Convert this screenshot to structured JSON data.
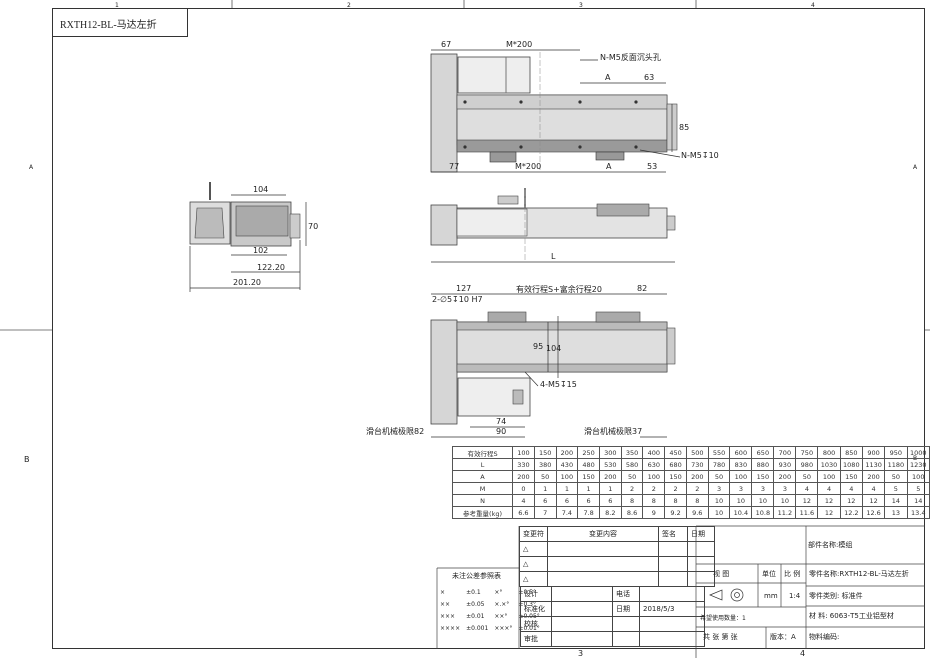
{
  "title_box": "RXTH12-BL-马达左折",
  "ruler": {
    "top": [
      "1",
      "2",
      "3",
      "4"
    ],
    "bottom": [
      "3",
      "4"
    ],
    "left": [
      "A",
      "B"
    ],
    "right": [
      "A",
      "B"
    ]
  },
  "dims": {
    "d67": "67",
    "m200_top": "M*200",
    "n_m5": "N-M5反面沉头孔",
    "a_top": "A",
    "d63": "63",
    "d85": "85",
    "n_m5_depth": "N-M5",
    "n_m5_depth_val": "10",
    "d77": "77",
    "m200_bottom": "M*200",
    "a_bottom": "A",
    "d53": "53",
    "d104": "104",
    "d70": "70",
    "d102": "102",
    "d122": "122.20",
    "d201": "201.20",
    "l_label": "L",
    "d127": "127",
    "stroke_label": "有效行程S+富余行程20",
    "d82": "82",
    "pin_hole": "2-∅5",
    "pin_hole_depth": "10 H7",
    "d95": "95",
    "d104b": "104",
    "m5_15": "4-M5",
    "m5_15_depth": "15",
    "d74": "74",
    "d90": "90",
    "limit82": "滑台机械极限82",
    "limit37": "滑台机械极限37"
  },
  "spec_table": {
    "rows": [
      {
        "label": "有效行程S",
        "values": [
          "100",
          "150",
          "200",
          "250",
          "300",
          "350",
          "400",
          "450",
          "500",
          "550",
          "600",
          "650",
          "700",
          "750",
          "800",
          "850",
          "900",
          "950",
          "1000"
        ]
      },
      {
        "label": "L",
        "values": [
          "330",
          "380",
          "430",
          "480",
          "530",
          "580",
          "630",
          "680",
          "730",
          "780",
          "830",
          "880",
          "930",
          "980",
          "1030",
          "1080",
          "1130",
          "1180",
          "1230"
        ]
      },
      {
        "label": "A",
        "values": [
          "200",
          "50",
          "100",
          "150",
          "200",
          "50",
          "100",
          "150",
          "200",
          "50",
          "100",
          "150",
          "200",
          "50",
          "100",
          "150",
          "200",
          "50",
          "100"
        ]
      },
      {
        "label": "M",
        "values": [
          "0",
          "1",
          "1",
          "1",
          "1",
          "2",
          "2",
          "2",
          "2",
          "3",
          "3",
          "3",
          "3",
          "4",
          "4",
          "4",
          "4",
          "5",
          "5"
        ]
      },
      {
        "label": "N",
        "values": [
          "4",
          "6",
          "6",
          "6",
          "6",
          "8",
          "8",
          "8",
          "8",
          "10",
          "10",
          "10",
          "10",
          "12",
          "12",
          "12",
          "12",
          "14",
          "14"
        ]
      },
      {
        "label": "参考重量(kg)",
        "values": [
          "6.6",
          "7",
          "7.4",
          "7.8",
          "8.2",
          "8.6",
          "9",
          "9.2",
          "9.6",
          "10",
          "10.4",
          "10.8",
          "11.2",
          "11.6",
          "12",
          "12.2",
          "12.6",
          "13",
          "13.4"
        ]
      }
    ]
  },
  "revision": {
    "col1": "变更符",
    "col2": "变更内容",
    "col3": "签名",
    "col4": "日期",
    "marks": [
      "△",
      "△",
      "△"
    ]
  },
  "tolerance": {
    "title": "未注公差参照表",
    "rows": [
      [
        "×",
        "±0.1",
        "×°",
        "±0.5°"
      ],
      [
        "××",
        "±0.05",
        "×.×°",
        "±0.3°"
      ],
      [
        "×××",
        "±0.01",
        "××°",
        "±0.05°"
      ],
      [
        "××××",
        "±0.001",
        "×××°",
        "±0.01°"
      ]
    ]
  },
  "approval": {
    "design": "设计",
    "std": "标准化",
    "check": "校核",
    "audit": "审批",
    "tel": "电话",
    "date": "日期",
    "date_value": "2018/5/3",
    "mark": "希望使用数量：1",
    "sheets": "共  张  第  张",
    "version": "版本：A"
  },
  "info": {
    "part_group": "部件名称:模组",
    "view": "视  图",
    "unit": "单位",
    "scale_label": "比  例",
    "unit_value": "mm",
    "scale_value": "1:4",
    "part_name": "零件名称:RXTH12-BL-马达左折",
    "part_type": "零件类别:  标准件",
    "material": "材    料:  6063-T5工业铝型材",
    "material_code": "物料编码:"
  }
}
